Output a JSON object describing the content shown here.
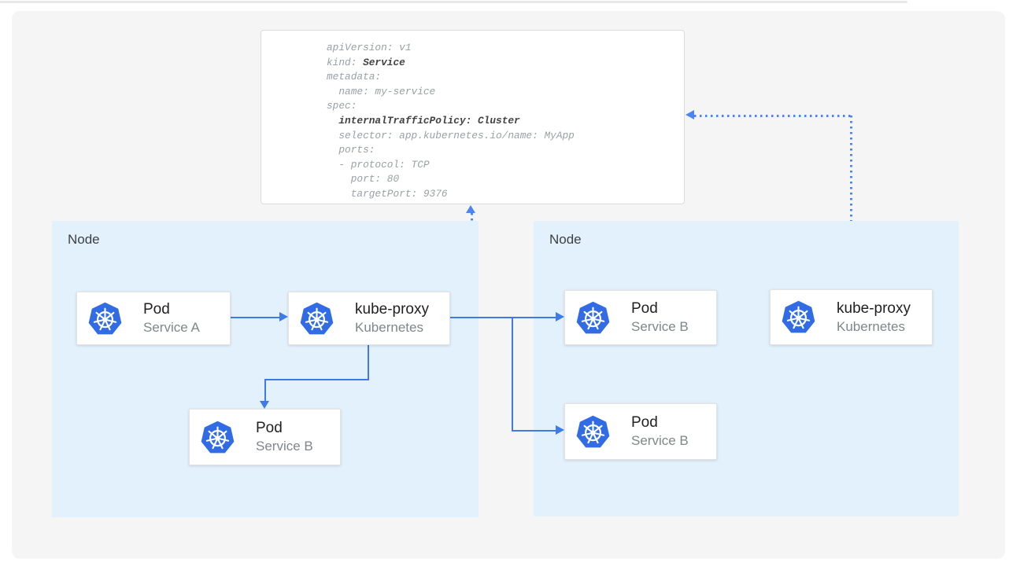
{
  "service_manifest": {
    "lines": [
      [
        {
          "t": "apiVersion: v1",
          "b": false
        }
      ],
      [
        {
          "t": "kind: ",
          "b": false
        },
        {
          "t": "Service",
          "b": true
        }
      ],
      [
        {
          "t": "metadata:",
          "b": false
        }
      ],
      [
        {
          "t": "  name: my-service",
          "b": false
        }
      ],
      [
        {
          "t": "spec:",
          "b": false
        }
      ],
      [
        {
          "t": "  ",
          "b": false
        },
        {
          "t": "internalTrafficPolicy: Cluster",
          "b": true
        }
      ],
      [
        {
          "t": "  selector: app.kubernetes.io/name: MyApp",
          "b": false
        }
      ],
      [
        {
          "t": "  ports:",
          "b": false
        }
      ],
      [
        {
          "t": "  - protocol: TCP",
          "b": false
        }
      ],
      [
        {
          "t": "    port: 80",
          "b": false
        }
      ],
      [
        {
          "t": "    targetPort: 9376",
          "b": false
        }
      ]
    ]
  },
  "nodes": [
    {
      "label": "Node",
      "cards": [
        {
          "title": "Pod",
          "subtitle": "Service A",
          "icon": "kubernetes-logo"
        },
        {
          "title": "kube-proxy",
          "subtitle": "Kubernetes",
          "icon": "kubernetes-logo"
        },
        {
          "title": "Pod",
          "subtitle": "Service B",
          "icon": "kubernetes-logo"
        }
      ]
    },
    {
      "label": "Node",
      "cards": [
        {
          "title": "Pod",
          "subtitle": "Service B",
          "icon": "kubernetes-logo"
        },
        {
          "title": "Pod",
          "subtitle": "Service B",
          "icon": "kubernetes-logo"
        },
        {
          "title": "kube-proxy",
          "subtitle": "Kubernetes",
          "icon": "kubernetes-logo"
        }
      ]
    }
  ],
  "colors": {
    "canvas_bg": "#f5f5f6",
    "node_bg": "#e3f1fd",
    "card_bg": "#ffffff",
    "card_border": "#e3e3e3",
    "solid_arrow": "#3e7be9",
    "dotted_arrow": "#4a86ee",
    "kubernetes_blue": "#326ce5",
    "code_text": "#9aa0a6",
    "code_bold_text": "#424242",
    "node_label_text": "#3c4043",
    "card_title_text": "#212121",
    "card_subtitle_text": "#80868b",
    "manifest_border": "#dadce0",
    "top_divider": "#e9e9e9"
  }
}
